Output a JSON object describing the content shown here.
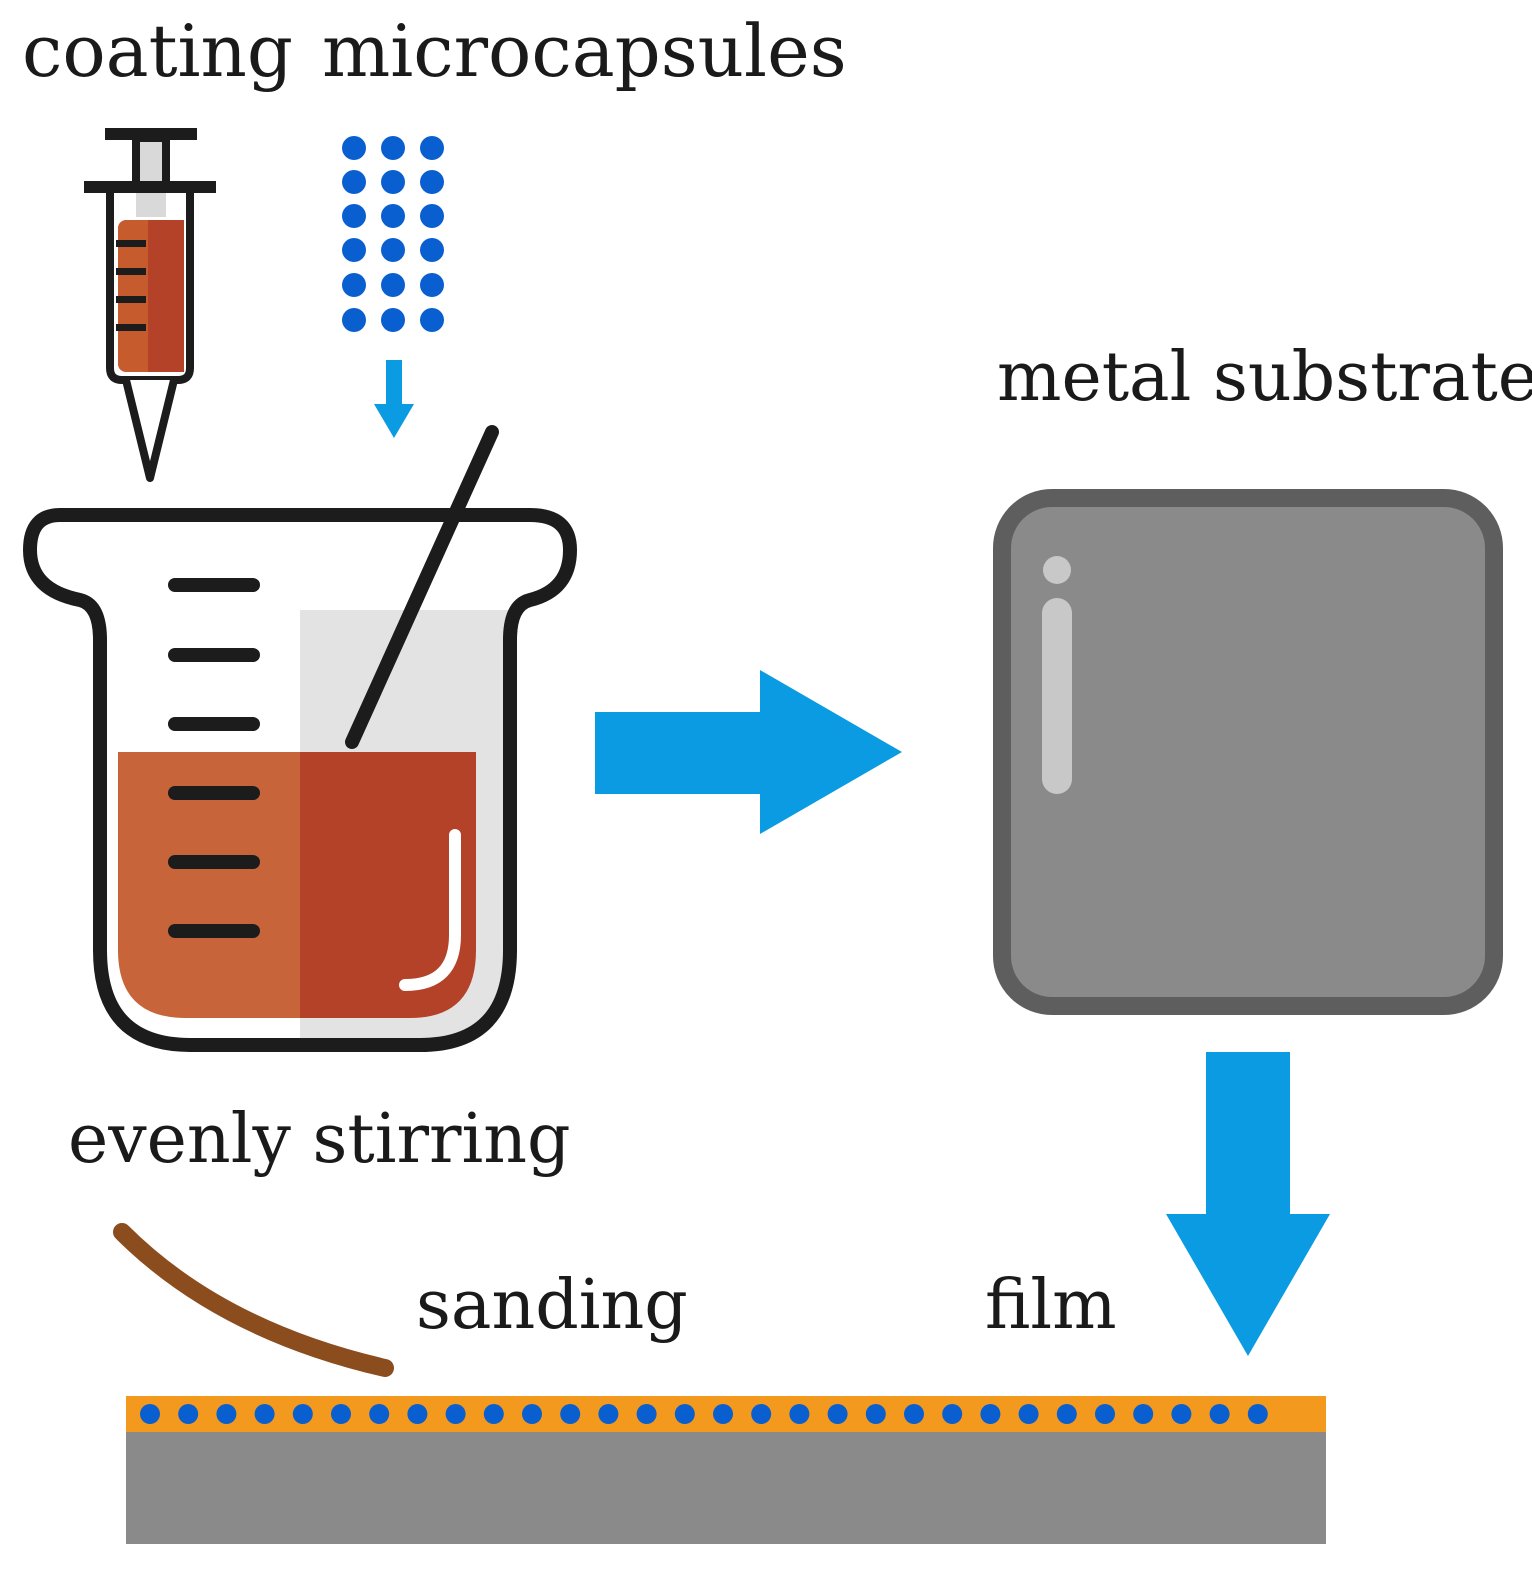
{
  "labels": {
    "coating": "coating",
    "microcapsules": "microcapsules",
    "metal_substrate": "metal substrate",
    "evenly_stirring": "evenly stirring",
    "sanding": "sanding",
    "film": "film"
  },
  "colors": {
    "arrow": "#0a9be3",
    "capsule": "#0a5fd0",
    "coating_light": "#c8643a",
    "coating_dark": "#b34228",
    "outline": "#1c1c1c",
    "metal": "#8a8a8a",
    "metal_border": "#606060",
    "film_orange": "#f39a1e",
    "sandpaper": "#8b4c1e"
  }
}
